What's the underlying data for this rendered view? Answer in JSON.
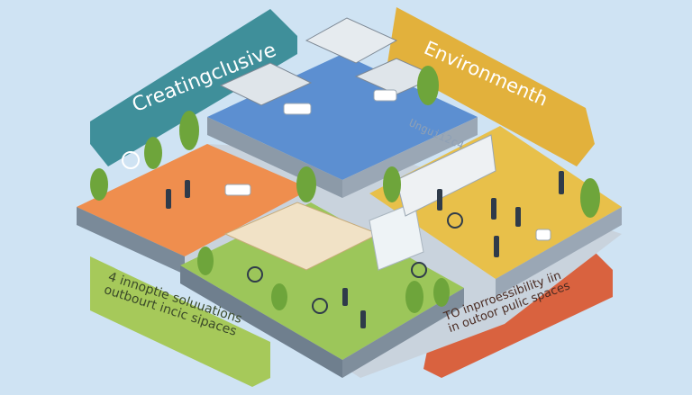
{
  "banners": {
    "top_left": "Creatingclusive",
    "top_right": "Environmenth",
    "bottom_left_line1": "4 innoptie soluuations",
    "bottom_left_line2": "outbourt incic sipaces",
    "bottom_right_line1": "TO inprroessibility iin",
    "bottom_right_line2": "in outoor pulic spaces"
  },
  "signage": {
    "wall_tag": "Unguii2c4"
  },
  "colors": {
    "background": "#cfe3f3",
    "teal_banner": "#3f8f9a",
    "green_banner": "#8fb443",
    "yellow_banner": "#e2b13c",
    "orange_banner": "#d9623f",
    "plaza_orange": "#ef8e4e",
    "plaza_blue": "#5c8fd1",
    "plaza_sand": "#e8c04a",
    "grass": "#9cc65a"
  }
}
